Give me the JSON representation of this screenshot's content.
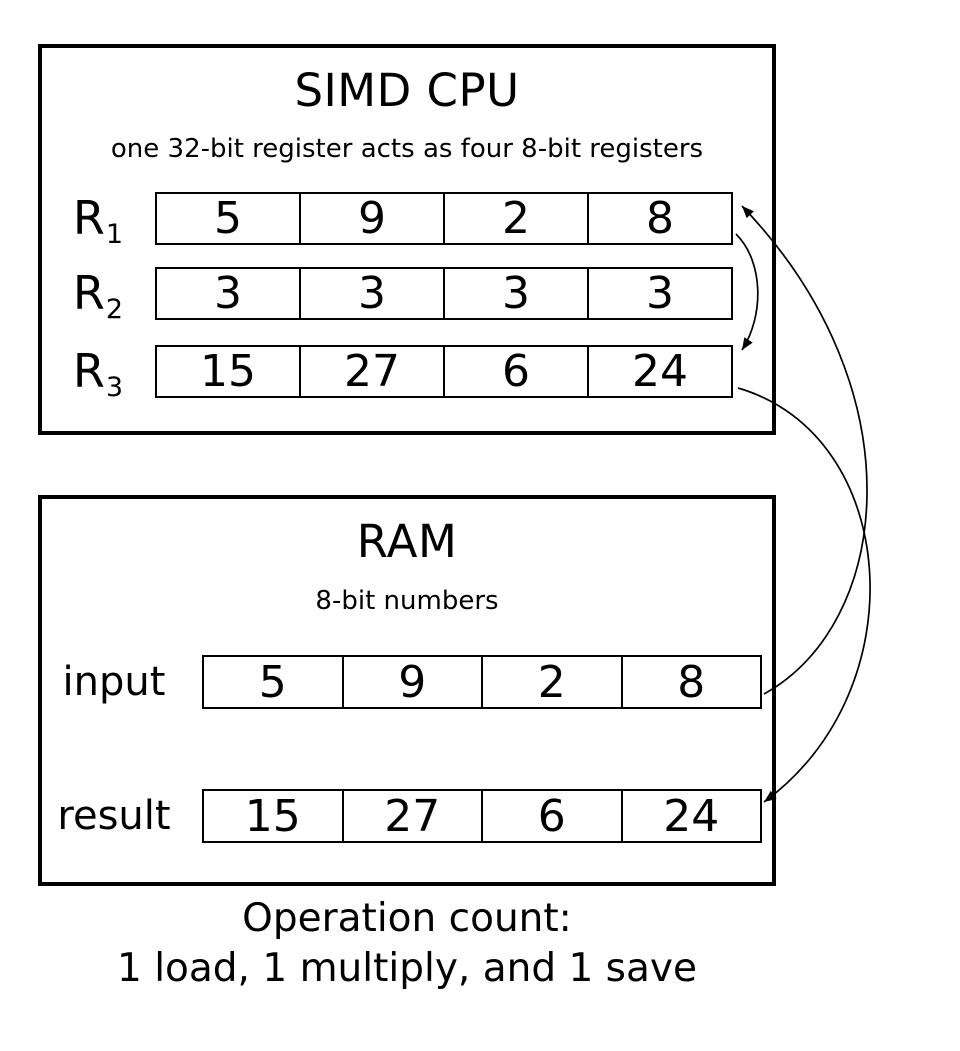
{
  "cpu": {
    "title": "SIMD CPU",
    "subtitle": "one 32-bit register acts as four 8-bit registers",
    "registers": [
      {
        "name": "R",
        "sub": "1",
        "values": [
          "5",
          "9",
          "2",
          "8"
        ]
      },
      {
        "name": "R",
        "sub": "2",
        "values": [
          "3",
          "3",
          "3",
          "3"
        ]
      },
      {
        "name": "R",
        "sub": "3",
        "values": [
          "15",
          "27",
          "6",
          "24"
        ]
      }
    ]
  },
  "ram": {
    "title": "RAM",
    "subtitle": "8-bit numbers",
    "rows": [
      {
        "label": "input",
        "values": [
          "5",
          "9",
          "2",
          "8"
        ]
      },
      {
        "label": "result",
        "values": [
          "15",
          "27",
          "6",
          "24"
        ]
      }
    ]
  },
  "caption": {
    "line1": "Operation count:",
    "line2": "1 load, 1 multiply, and 1 save"
  },
  "arrows": [
    {
      "id": "load-arrow",
      "from": "ram-input-row",
      "to": "register-r1"
    },
    {
      "id": "multiply-arrow",
      "from": "register-r1",
      "to": "register-r3"
    },
    {
      "id": "save-arrow",
      "from": "register-r3",
      "to": "ram-result-row"
    }
  ],
  "colors": {
    "line": "#000000",
    "background": "#ffffff"
  }
}
